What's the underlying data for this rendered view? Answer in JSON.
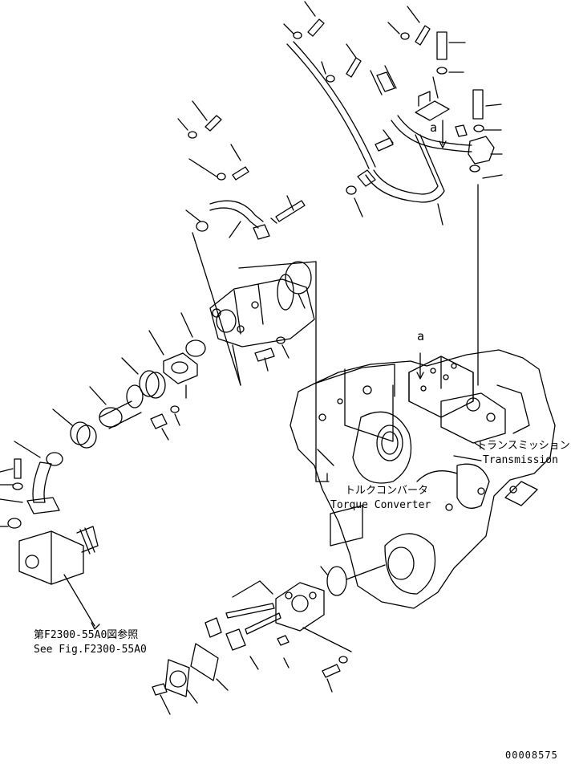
{
  "labels": {
    "callout_a_top": "a",
    "callout_a_mid": "a",
    "transmission_jp": "トランスミッション",
    "transmission_en": "Transmission",
    "torque_converter_jp": "トルクコンバータ",
    "torque_converter_en": "Torque Converter",
    "see_fig_jp": "第F2300-55A0図参照",
    "see_fig_en": "See Fig.F2300-55A0",
    "drawing_number": "00008575"
  },
  "colors": {
    "line": "#000000",
    "background": "#ffffff"
  }
}
